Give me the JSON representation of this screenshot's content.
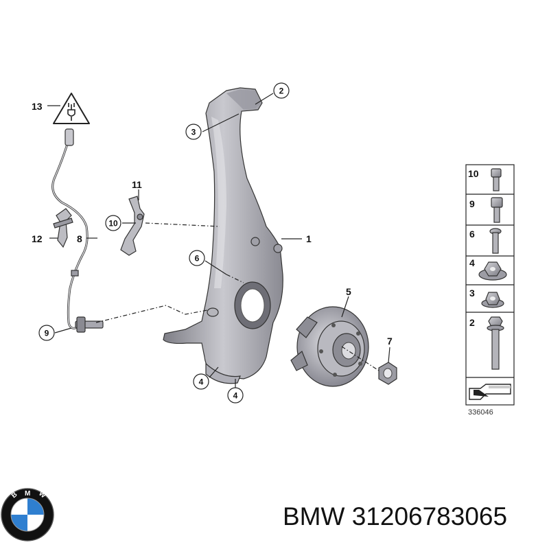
{
  "diagram": {
    "callouts": {
      "c1": "1",
      "c2": "2",
      "c3": "3",
      "c4a": "4",
      "c4b": "4",
      "c5": "5",
      "c6": "6",
      "c7": "7",
      "c8": "8",
      "c9": "9",
      "c10": "10",
      "c11": "11",
      "c12": "12",
      "c13": "13"
    },
    "legend": [
      "10",
      "9",
      "6",
      "4",
      "3",
      "2"
    ],
    "reference_code": "336046"
  },
  "caption": {
    "brand": "BMW",
    "part_number": "31206783065"
  },
  "logo": {
    "letters": "BMW",
    "colors": {
      "blue": "#2f7fd0",
      "white": "#ffffff",
      "ring": "#111111"
    }
  }
}
